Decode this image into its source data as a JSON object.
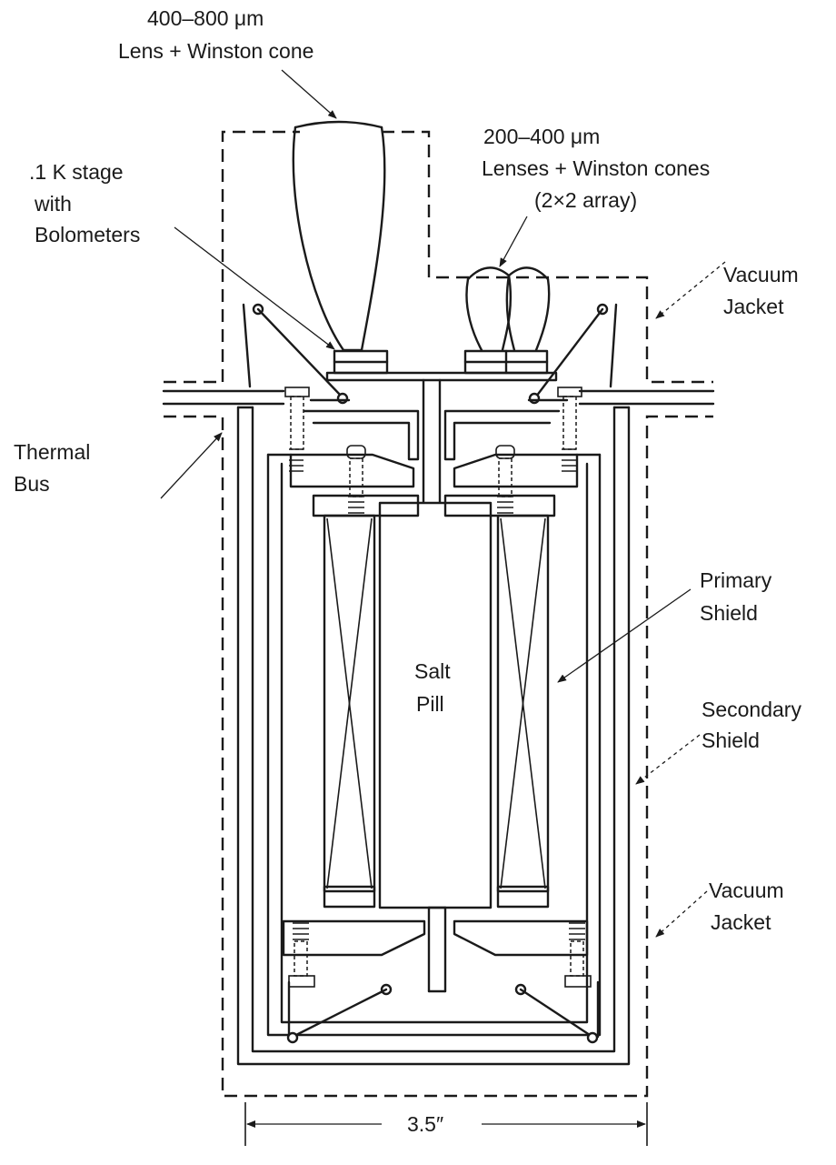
{
  "labels": {
    "lens_large": [
      "400–800 μm",
      "Lens + Winston  cone"
    ],
    "lenses_small": [
      "200–400 μm",
      "Lenses + Winston  cones",
      "(2×2 array)"
    ],
    "stage": [
      ".1 K stage",
      "with",
      "Bolometers"
    ],
    "vacuum_top": [
      "Vacuum",
      "Jacket"
    ],
    "thermal_bus": [
      "Thermal",
      "Bus"
    ],
    "primary_shield": [
      "Primary",
      "Shield"
    ],
    "salt_pill": [
      "Salt",
      "Pill"
    ],
    "secondary_shield": [
      "Secondary",
      "Shield"
    ],
    "vacuum_bottom": [
      "Vacuum",
      "Jacket"
    ],
    "dimension": "3.5″"
  }
}
